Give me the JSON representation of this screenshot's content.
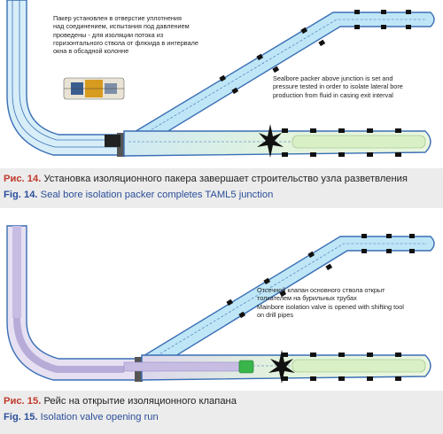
{
  "figure14": {
    "note_ru": [
      "Пакер установлен в отверстие уплотнения",
      "над соединением, испытания под давлением",
      "проведены - для изоляции потока из",
      "горизонтального ствола от флюида в интервале",
      "окна в обсадной колонне"
    ],
    "note_en": [
      "Sealbore packer above junction is set and",
      "pressure tested in order to isolate lateral bore",
      "production from fluid in casing exit interval"
    ],
    "caption_ru_num": "Рис. 14.",
    "caption_ru_text": "Установка изоляционного пакера завершает строительство узла разветвления",
    "caption_en_num": "Fig. 14.",
    "caption_en_text": "Seal bore isolation packer completes TAML5 junction"
  },
  "figure15": {
    "note_ru": [
      "Отсечной клапан основного ствола открыт",
      "толкателем на бурильных трубах"
    ],
    "note_en": [
      "Mainbore isolation valve is opened with shifting tool",
      "on drill pipes"
    ],
    "caption_ru_num": "Рис. 15.",
    "caption_ru_text": "Рейс на открытие изоляционного клапана",
    "caption_en_num": "Fig. 15.",
    "caption_en_text": "Isolation valve opening run"
  },
  "colors": {
    "wellbore_outline": "#3a6fb5",
    "wellbore_fill": "#bfe6f6",
    "lower_fill": "#e3f4dc",
    "packer": "#0f0f0f",
    "drill_pipe": "#c7bde3",
    "casing_exit": "#333333",
    "caption_bg": "#ececec",
    "ru_accent": "#c0392b",
    "en_accent": "#2b4f9a"
  }
}
